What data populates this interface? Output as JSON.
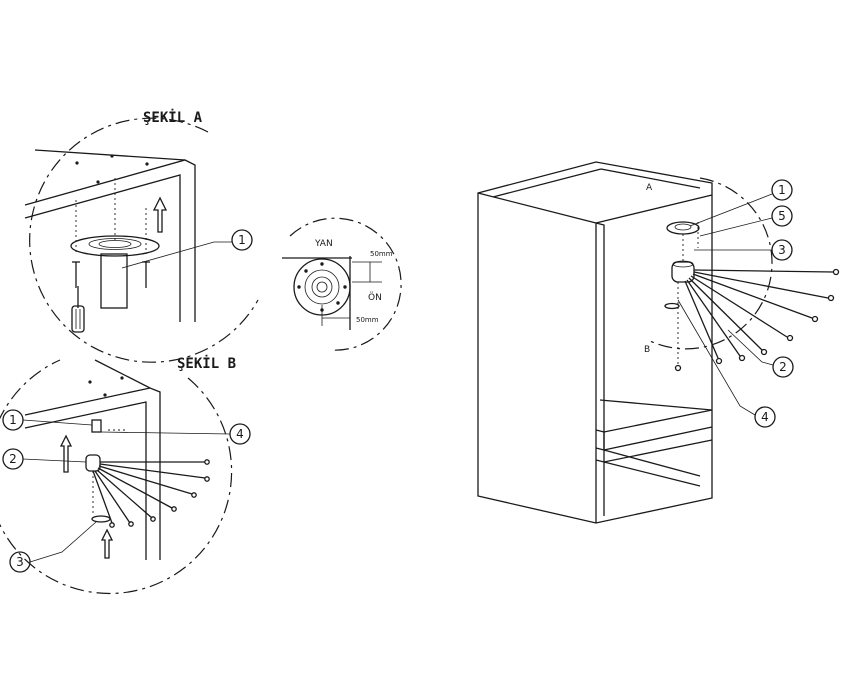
{
  "figure_a": {
    "title": "ŞEKİL A",
    "callouts": [
      "1"
    ]
  },
  "detail": {
    "side_label": "YAN",
    "front_label": "ÖN",
    "dim_top": "50mm",
    "dim_bottom": "50mm"
  },
  "figure_b": {
    "title": "ŞEKİL B",
    "callouts": [
      "1",
      "2",
      "3",
      "4"
    ]
  },
  "cabinet": {
    "label_a": "A",
    "label_b": "B",
    "callouts": [
      "1",
      "5",
      "3",
      "2",
      "4"
    ]
  },
  "colors": {
    "line": "#1a1a1a",
    "background": "#ffffff"
  }
}
